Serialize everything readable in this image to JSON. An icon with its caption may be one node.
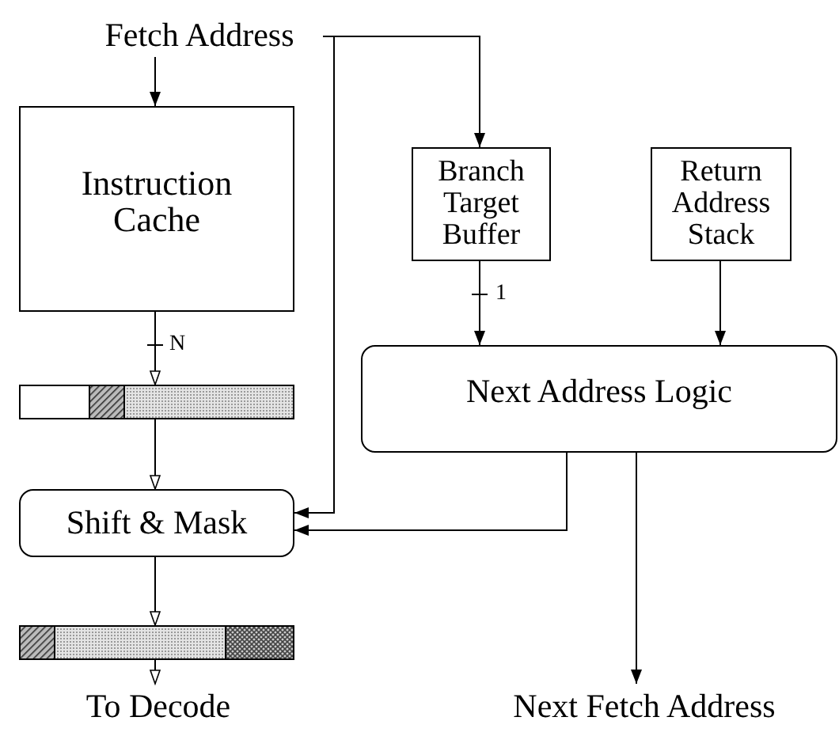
{
  "diagram": {
    "nodes": [
      {
        "text": [
          "Fetch Address"
        ]
      },
      {
        "text": [
          "Instruction Cache"
        ]
      },
      {
        "text": [
          "Branch Target Buffer"
        ]
      },
      {
        "text": [
          "Return Address Stack"
        ]
      },
      {
        "text": [
          "Next Address Logic"
        ]
      },
      {
        "text": [],
        "shape": "bar"
      },
      {
        "text": [
          "Shift & Mask"
        ]
      },
      {
        "text": [],
        "shape": "bar"
      },
      {
        "text": [
          "To Decode"
        ]
      },
      {
        "text": [
          "Next Fetch Address"
        ]
      }
    ],
    "edges": [
      {
        "from": 0,
        "to": 1,
        "arrow": "to"
      },
      {
        "from": 0,
        "to": 2,
        "arrow": "to"
      },
      {
        "from": 0,
        "to": 6,
        "arrow": "to"
      },
      {
        "from": 1,
        "to": 5,
        "arrow": "to",
        "label": "N"
      },
      {
        "from": 2,
        "to": 4,
        "arrow": "to",
        "label": "1"
      },
      {
        "from": 3,
        "to": 4,
        "arrow": "to"
      },
      {
        "from": 5,
        "to": 6,
        "arrow": "to"
      },
      {
        "from": 4,
        "to": 6,
        "arrow": "to"
      },
      {
        "from": 6,
        "to": 7,
        "arrow": "to"
      },
      {
        "from": 7,
        "to": 8,
        "arrow": "to"
      },
      {
        "from": 4,
        "to": 9,
        "arrow": "to"
      }
    ]
  }
}
